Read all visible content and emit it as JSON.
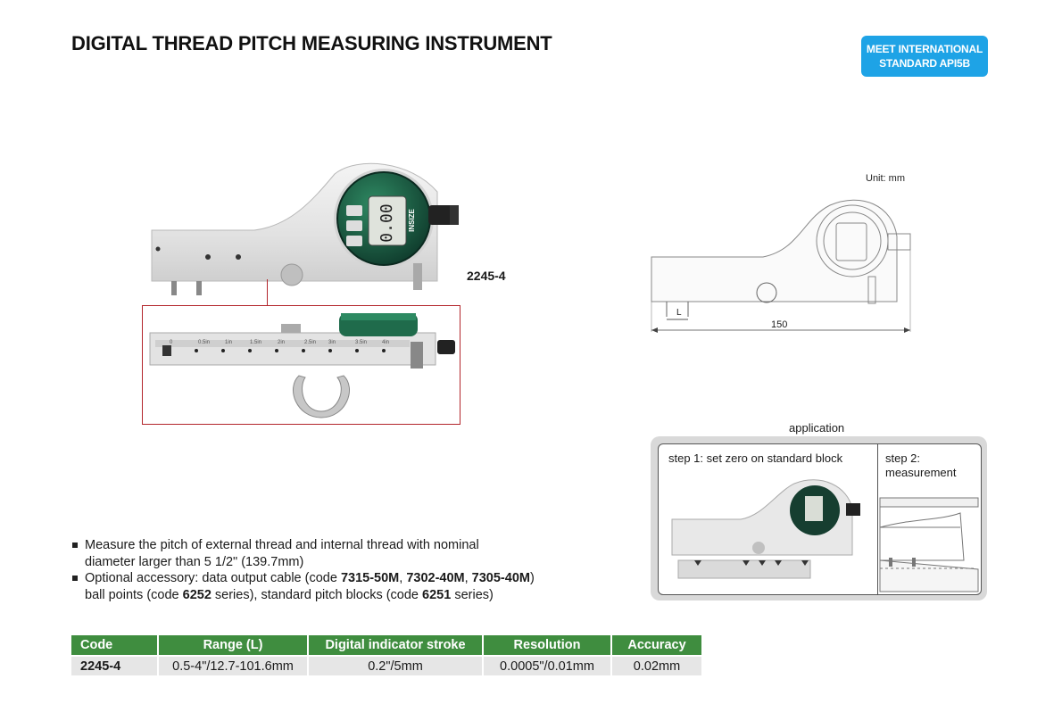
{
  "title": "DIGITAL THREAD PITCH MEASURING INSTRUMENT",
  "badge": {
    "line1": "MEET INTERNATIONAL",
    "line2": "STANDARD API5B",
    "color": "#1ea3e6"
  },
  "product_model": "2245-4",
  "display_reading": "0.00",
  "brand_on_device": "INSIZE",
  "scale_marks": [
    "0",
    "0.5in",
    "1in",
    "1.5in",
    "2in",
    "2.5in",
    "3in",
    "3.5in",
    "4in"
  ],
  "drawing": {
    "unit": "Unit: mm",
    "dim_length": "150",
    "dim_pitch": "L"
  },
  "application": {
    "label": "application",
    "step1": "step 1: set zero on standard block",
    "step2_line1": "step 2:",
    "step2_line2": "measurement"
  },
  "bullets": [
    {
      "line1": "Measure the pitch of external thread and internal thread with nominal",
      "line2": "diameter larger than 5 1/2\" (139.7mm)"
    },
    {
      "pre": "Optional accessory: data output cable (code ",
      "c1": "7315-50M",
      "s1": ", ",
      "c2": "7302-40M",
      "s2": ", ",
      "c3": "7305-40M",
      "s3": ")",
      "pre2": "ball points (code ",
      "c4": "6252",
      "mid": " series), standard pitch blocks (code ",
      "c5": "6251",
      "post": " series)"
    }
  ],
  "table": {
    "headers": [
      "Code",
      "Range (L)",
      "Digital indicator stroke",
      "Resolution",
      "Accuracy"
    ],
    "rows": [
      [
        "2245-4",
        "0.5-4\"/12.7-101.6mm",
        "0.2\"/5mm",
        "0.0005\"/0.01mm",
        "0.02mm"
      ]
    ],
    "header_color": "#3f8d3f"
  }
}
